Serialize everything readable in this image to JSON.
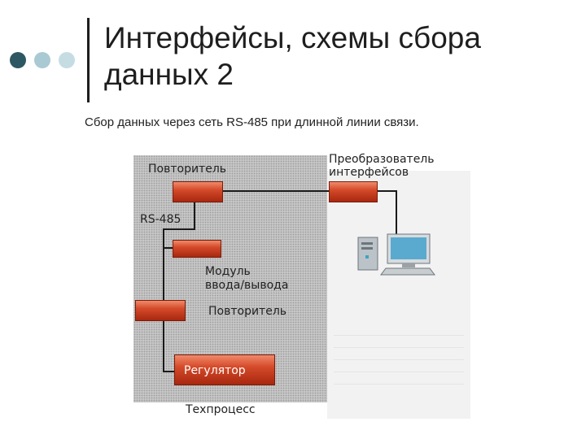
{
  "slide": {
    "title": "Интерфейсы, схемы сбора данных 2",
    "subtitle": "Сбор данных через сеть RS-485 при длинной линии связи."
  },
  "diagram": {
    "repeater_top": "Повторитель",
    "bus_label": "RS-485",
    "converter_line1": "Преобразователь",
    "converter_line2": "интерфейсов",
    "io_module_line1": "Модуль",
    "io_module_line2": "ввода/вывода",
    "repeater_bottom": "Повторитель",
    "regulator": "Регулятор",
    "process": "Техпроцесс"
  },
  "colors": {
    "dot_dark": "#2d5763",
    "dot_light": "#a9cad2",
    "dot_lighter": "#c5dde2",
    "vertical_rule": "#1e1e1e",
    "block_red": "#d44a2a"
  },
  "icons": {
    "computer": "desktop-computer-icon"
  }
}
